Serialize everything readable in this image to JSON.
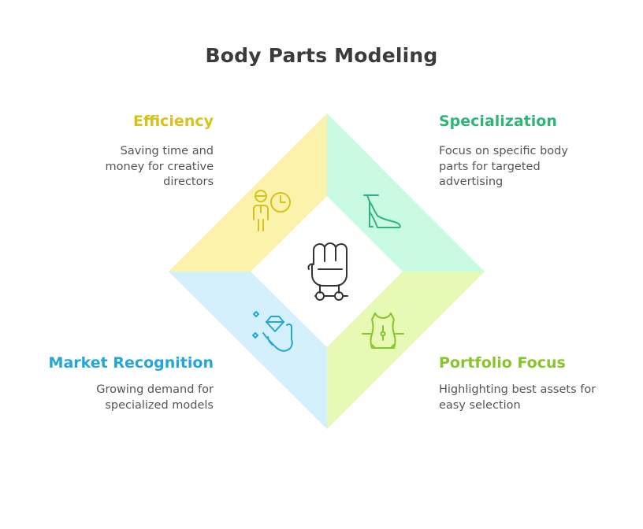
{
  "title": "Body Parts Modeling",
  "quadrants": [
    {
      "heading": "Efficiency",
      "desc": "Saving time and money for creative directors",
      "color": "#d8c21a",
      "fill": "#fbf2ab",
      "icon": "person-clock-icon"
    },
    {
      "heading": "Specialization",
      "desc": "Focus on specific body parts for targeted advertising",
      "color": "#2fb57c",
      "fill": "#c9fbe2",
      "icon": "high-heel-shoe-icon"
    },
    {
      "heading": "Market Recognition",
      "desc": "Growing demand for specialized models",
      "color": "#23a7d8",
      "fill": "#d4f0fc",
      "icon": "hand-gem-icon"
    },
    {
      "heading": "Portfolio Focus",
      "desc": "Highlighting best assets for easy selection",
      "color": "#86c62a",
      "fill": "#e6f9b5",
      "icon": "torso-target-icon"
    }
  ],
  "center_icon": "fist-icon"
}
